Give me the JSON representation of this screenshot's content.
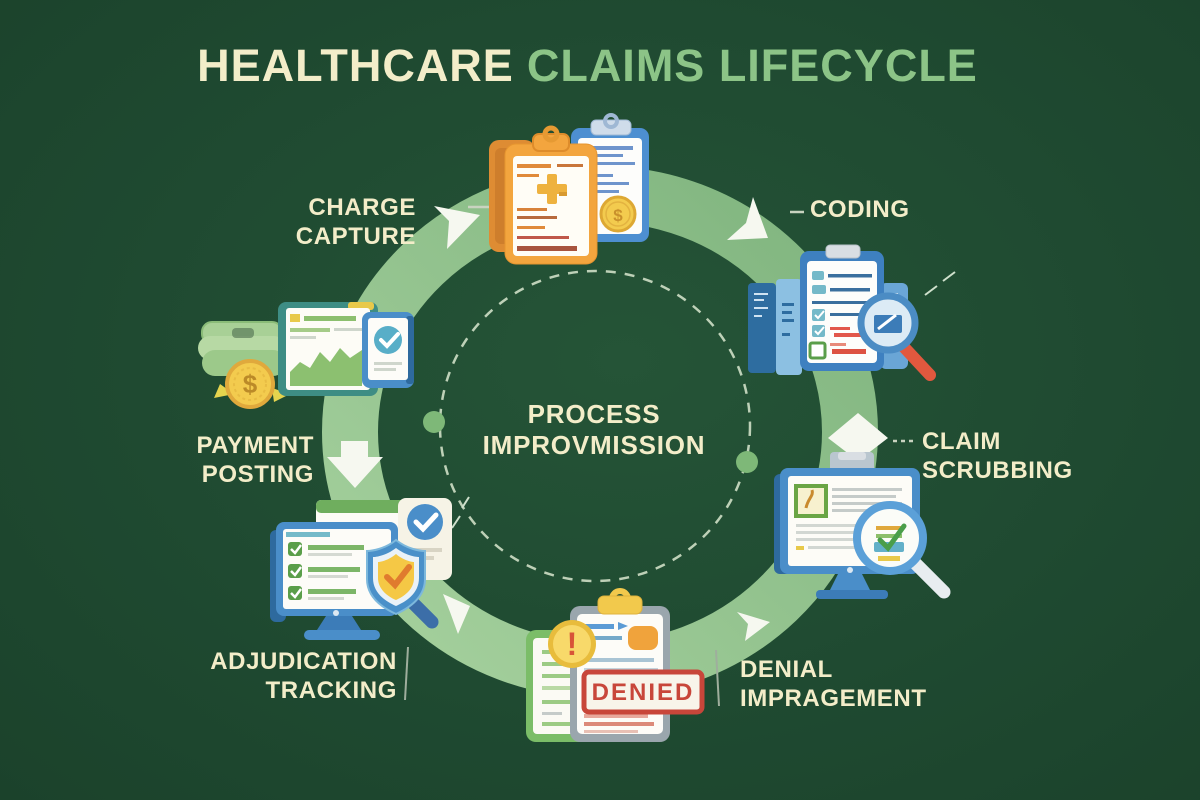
{
  "title": {
    "part1": "HEALTHCARE",
    "part2": "CLAIMS LIFECYCLE"
  },
  "center": {
    "label": "PROCESS\nIMPROVMISSION"
  },
  "stages": [
    {
      "name": "charge-capture",
      "label": "CHARGE\nCAPTURE"
    },
    {
      "name": "coding",
      "label": "CODING"
    },
    {
      "name": "claim-scrubbing",
      "label": "CLAIM\nSCRUBBING"
    },
    {
      "name": "denial-management",
      "label": "DENIAL\nIMPRAGEMENT"
    },
    {
      "name": "adjudication-tracking",
      "label": "ADJUDICATION\nTRACKING"
    },
    {
      "name": "payment-posting",
      "label": "PAYMENT\nPOSTING"
    }
  ],
  "stamp": {
    "denied": "DENIED"
  },
  "glyphs": {
    "dollar": "$",
    "exclamation": "!"
  },
  "icons": {
    "charge_capture": "medical-clipboards-with-dollar-coin",
    "coding": "clipboard-checklist-with-magnifier",
    "claim_scrubbing": "monitor-document-with-magnifier-check",
    "denial_management": "clipboard-with-denied-stamp-and-warning",
    "adjudication_tracking": "monitor-checklist-with-shield-check",
    "payment_posting": "cash-stack-coin-and-chart-document",
    "center": "dashed-process-circle"
  },
  "colors": {
    "background": "#1F4A31",
    "ring_green": "#8FBE8C",
    "title_cream": "#F3EDC9",
    "title_green": "#8CC487",
    "label_cream": "#F3EDC9",
    "denied_red": "#C8463A",
    "coin_gold": "#F2C94C",
    "monitor_blue": "#4A8EC9",
    "clipboard_orange": "#F2A33C",
    "arrow_white": "#F6F8F0"
  }
}
